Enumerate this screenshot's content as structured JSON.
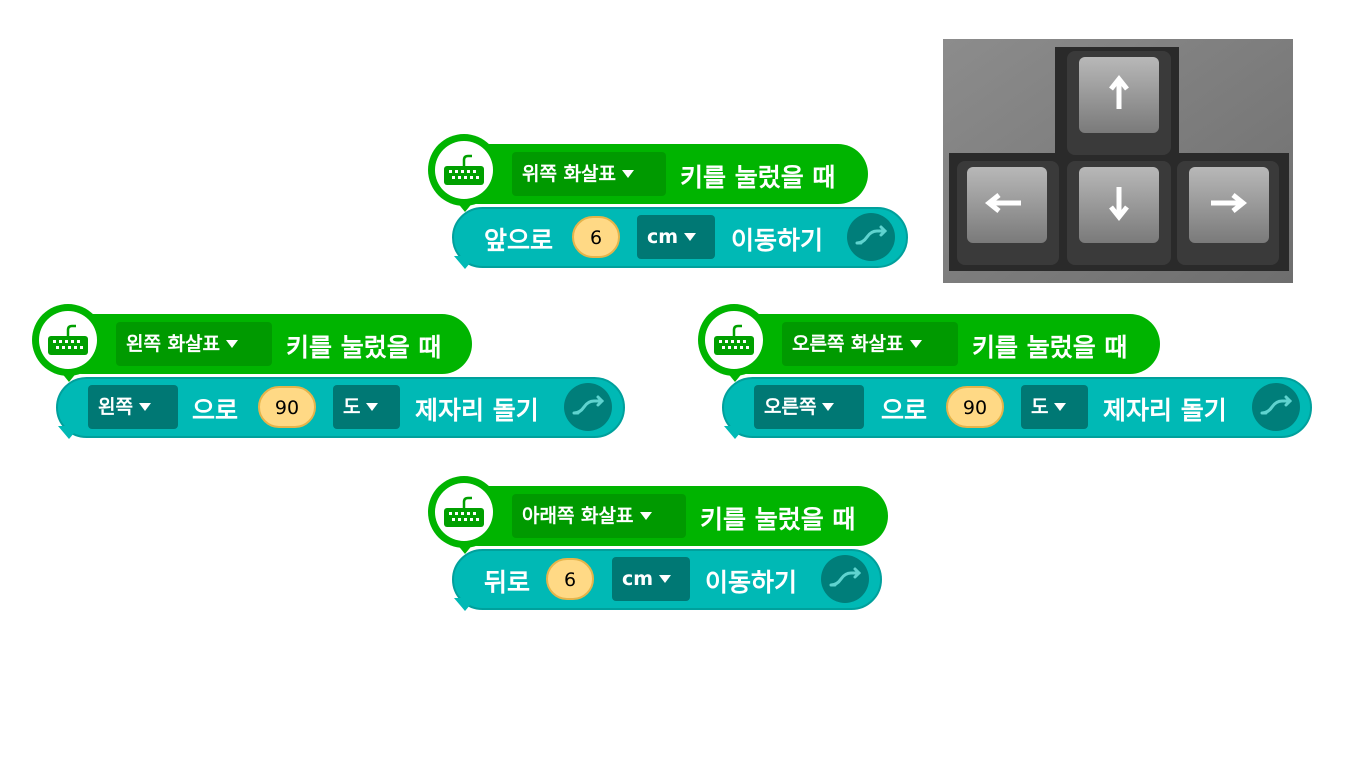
{
  "colors": {
    "event_block": "#00b400",
    "event_dropdown": "#009a00",
    "motion_block": "#00b9b5",
    "motion_dropdown": "#007874",
    "number_input": "#ffd985",
    "white": "#ffffff"
  },
  "icons": {
    "event": "keyboard-icon",
    "sync": "sync-icon"
  },
  "blocks": {
    "up": {
      "key": "위쪽 화살표",
      "event_text": "키를 눌렀을 때",
      "action_text": "앞으로",
      "value": "6",
      "unit": "cm",
      "action_suffix": "이동하기"
    },
    "left": {
      "key": "왼쪽 화살표",
      "event_text": "키를 눌렀을 때",
      "direction": "왼쪽",
      "to_text": "으로",
      "value": "90",
      "unit": "도",
      "action_suffix": "제자리 돌기"
    },
    "right": {
      "key": "오른쪽 화살표",
      "event_text": "키를 눌렀을 때",
      "direction": "오른쪽",
      "to_text": "으로",
      "value": "90",
      "unit": "도",
      "action_suffix": "제자리 돌기"
    },
    "down": {
      "key": "아래쪽 화살표",
      "event_text": "키를 눌렀을 때",
      "action_text": "뒤로",
      "value": "6",
      "unit": "cm",
      "action_suffix": "이동하기"
    }
  },
  "keyboard_photo": {
    "keys": [
      "up-arrow-key",
      "left-arrow-key",
      "down-arrow-key",
      "right-arrow-key"
    ]
  }
}
